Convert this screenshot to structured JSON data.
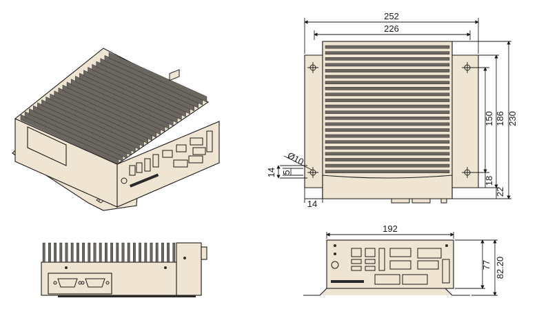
{
  "top_view": {
    "width_outer": "252",
    "width_inner": "226",
    "height_hole_pitch": "150",
    "height_body": "186",
    "height_bracket": "230",
    "hole_diameter": "Ø10",
    "hole_offset_y": "14",
    "hole_slot": "5",
    "hole_offset_x": "14",
    "bottom_margin_a": "18",
    "bottom_margin_b": "22"
  },
  "front_view": {
    "width": "192",
    "height_body": "77",
    "height_total": "82.20"
  }
}
